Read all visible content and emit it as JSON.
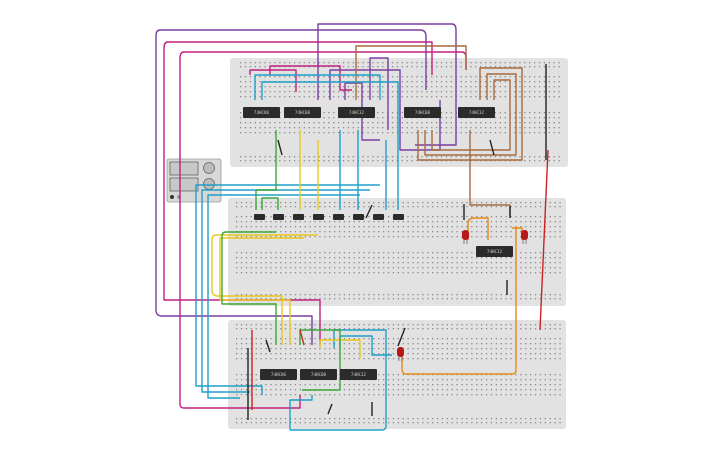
{
  "canvas": {
    "background": "#ffffff"
  },
  "breadboard_color": "#e2e2e2",
  "hole_color": "#8a8a8a",
  "chip_color": "#2b2b2b",
  "wire_colors": {
    "purple": "#7b3fa0",
    "magenta": "#c2207f",
    "brown": "#a86a3c",
    "cyan": "#1ea0c8",
    "yellow": "#e8c81a",
    "green": "#3aa83a",
    "orange": "#e58a1a",
    "red": "#cc2222",
    "black": "#222222"
  },
  "led_color": "#b51a1a",
  "chips": [
    {
      "id": "top-1",
      "label": "74HC86"
    },
    {
      "id": "top-2",
      "label": "74HC08"
    },
    {
      "id": "top-3",
      "label": "74HC32"
    },
    {
      "id": "top-4",
      "label": "74HC08"
    },
    {
      "id": "top-5",
      "label": "74HC32"
    },
    {
      "id": "mid-1",
      "label": "74HC32"
    },
    {
      "id": "bot-1",
      "label": "74HC86"
    },
    {
      "id": "bot-2",
      "label": "74HC08"
    },
    {
      "id": "bot-3",
      "label": "74HC32"
    }
  ],
  "input_switches": [
    {
      "id": "switch-1",
      "on": false
    },
    {
      "id": "switch-2",
      "on": false
    },
    {
      "id": "switch-3",
      "on": false
    },
    {
      "id": "switch-4",
      "on": false
    },
    {
      "id": "switch-5",
      "on": false
    },
    {
      "id": "switch-6",
      "on": false
    },
    {
      "id": "switch-7",
      "on": false
    },
    {
      "id": "switch-8",
      "on": false
    }
  ],
  "leds": [
    {
      "id": "led-1",
      "on": false
    },
    {
      "id": "led-2",
      "on": false
    },
    {
      "id": "led-3",
      "on": false
    }
  ],
  "power_supply": {
    "displays": 2
  }
}
